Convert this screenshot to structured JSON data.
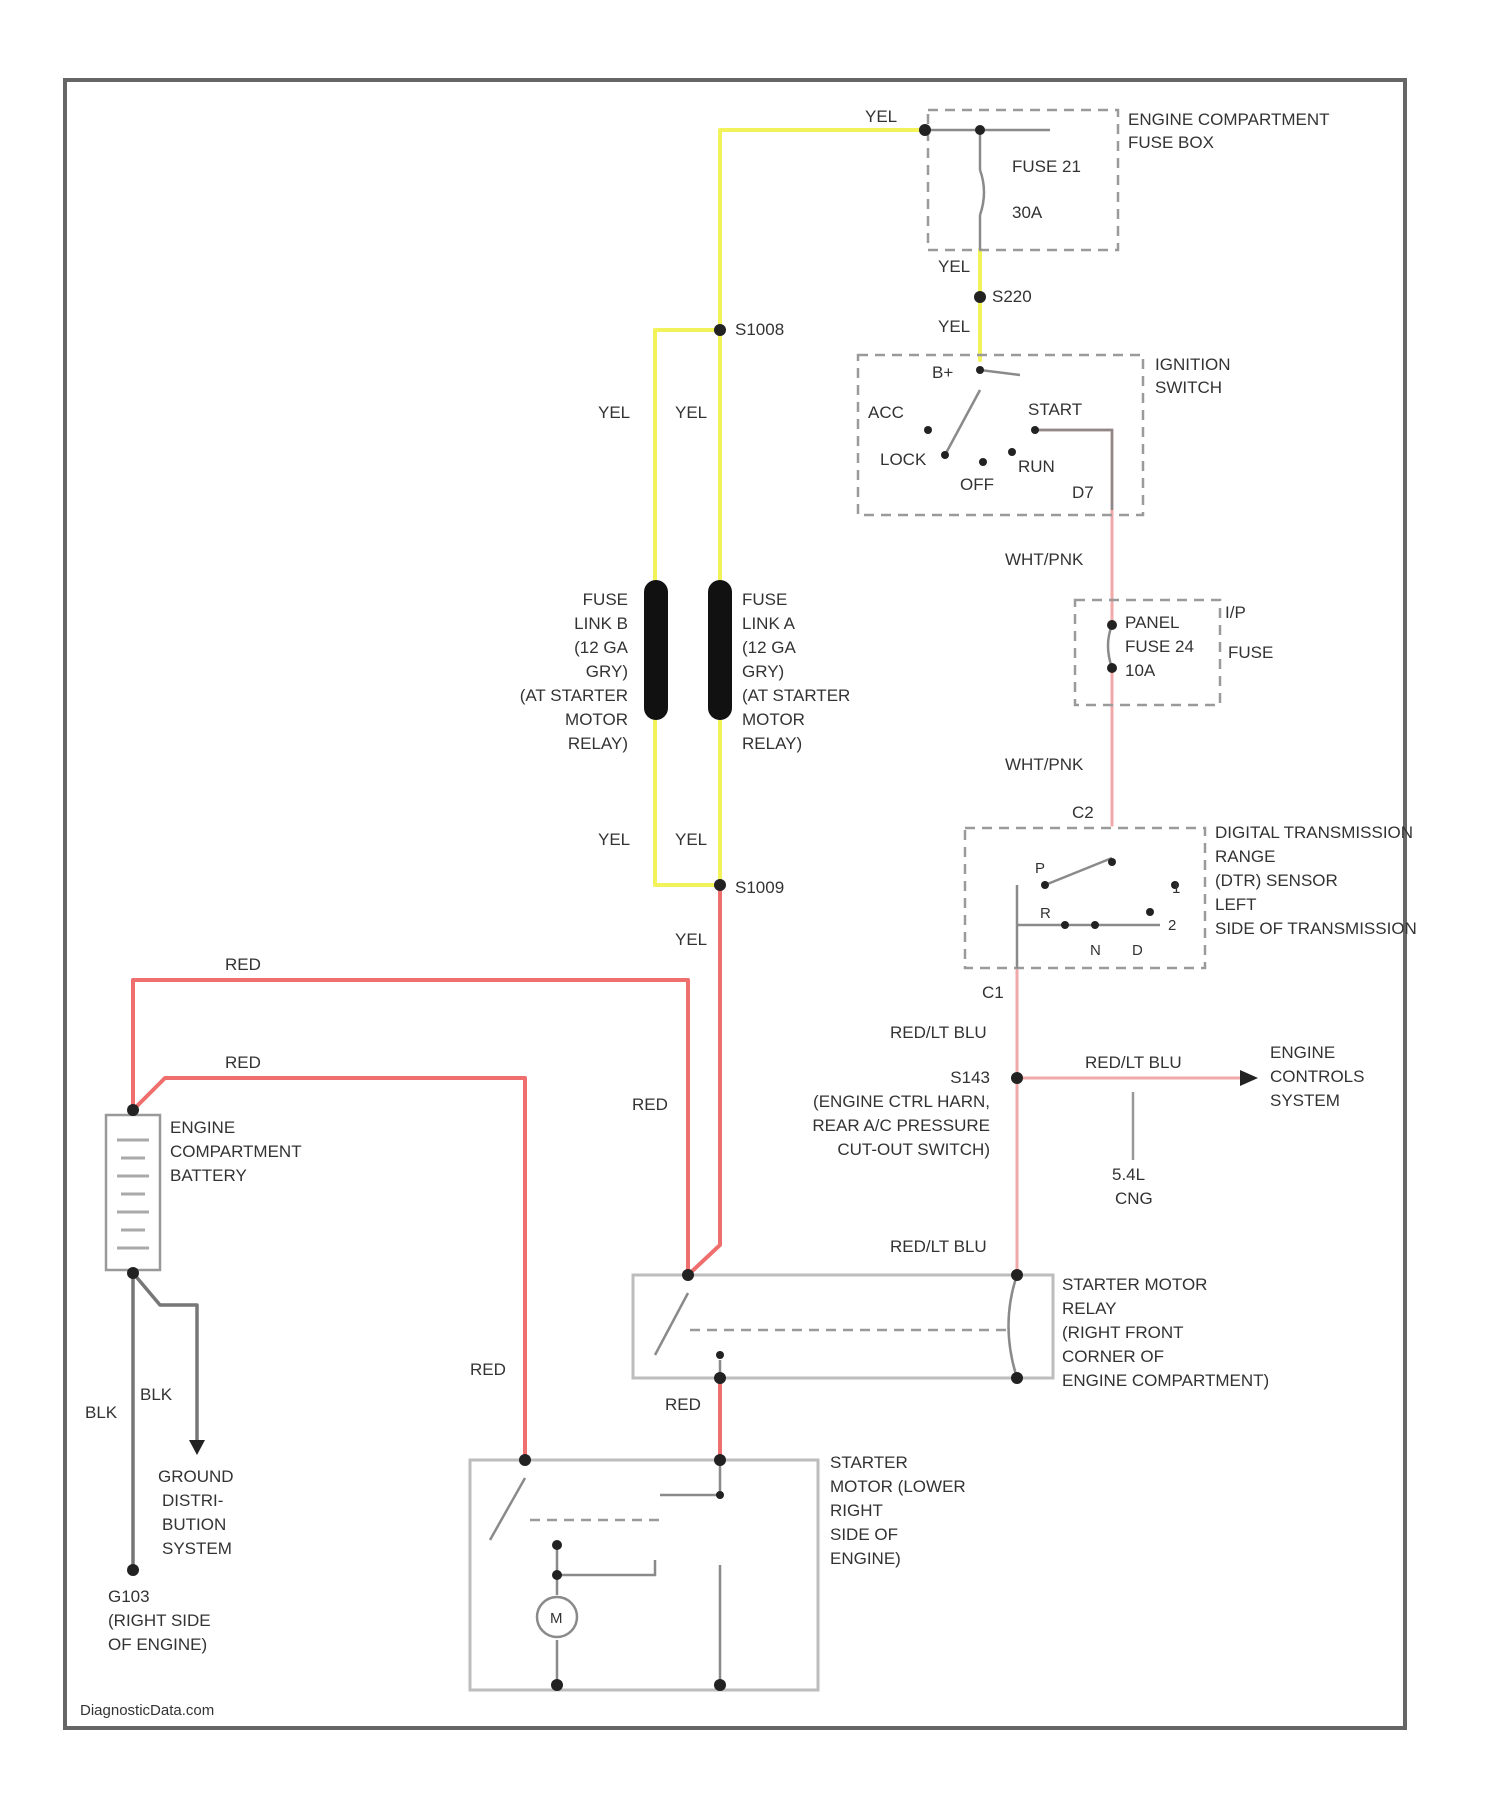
{
  "colors": {
    "yel": "#f2f25a",
    "red": "#ef6f6f",
    "pink": "#f0a8a8",
    "blk": "#777777",
    "frame": "#666666"
  },
  "labels": {
    "yel_top": "YEL",
    "fusebox_1": "ENGINE COMPARTMENT",
    "fusebox_2": "FUSE BOX",
    "fuse21_1": "FUSE 21",
    "fuse21_2": "30A",
    "yel_fb1": "YEL",
    "s220": "S220",
    "yel_fb2": "YEL",
    "s1008": "S1008",
    "yel_left1": "YEL",
    "yel_left2": "YEL",
    "ign_1": "IGNITION",
    "ign_2": "SWITCH",
    "ign_b": "B+",
    "ign_acc": "ACC",
    "ign_start": "START",
    "ign_lock": "LOCK",
    "ign_run": "RUN",
    "ign_off": "OFF",
    "ign_pin": "D7",
    "wht_pnk1": "WHT/PNK",
    "panel_1": "PANEL",
    "panel_2": "FUSE 24",
    "panel_3": "10A",
    "panel_side": "FUSE",
    "panel_i": "I/P",
    "fl_b1": "FUSE",
    "fl_b2": "LINK B",
    "fl_b3": "(12 GA",
    "fl_b4": "GRY)",
    "fl_b5": "(AT STARTER",
    "fl_b6": "MOTOR",
    "fl_b7": "RELAY)",
    "fl_a1": "FUSE",
    "fl_a2": "LINK A",
    "fl_a3": "(12 GA",
    "fl_a4": "GRY)",
    "fl_a5": "(AT STARTER",
    "fl_a6": "MOTOR",
    "fl_a7": "RELAY)",
    "wht_pnk2": "WHT/PNK",
    "c2": "C2",
    "dtr_1": "DIGITAL TRANSMISSION",
    "dtr_2": "RANGE",
    "dtr_3": "(DTR) SENSOR",
    "dtr_4": "LEFT",
    "dtr_5": "SIDE OF TRANSMISSION",
    "dtr_p": "P",
    "dtr_r": "R",
    "dtr_n": "N",
    "dtr_d": "D",
    "dtr_1p": "1",
    "dtr_2p": "2",
    "c1": "C1",
    "yel_left3": "YEL",
    "yel_left4": "YEL",
    "s1009": "S1009",
    "yel_low": "YEL",
    "red_1": "RED",
    "red_2": "RED",
    "red_3": "RED",
    "redlt_1": "RED/LT BLU",
    "s143": "S143",
    "s143_1": "(ENGINE CTRL HARN,",
    "s143_2": "REAR A/C PRESSURE",
    "s143_3": "CUT-OUT SWITCH)",
    "redlt_2": "RED/LT BLU",
    "ecs_1": "ENGINE",
    "ecs_2": "CONTROLS",
    "ecs_3": "SYSTEM",
    "eng_1": "5.4L",
    "eng_2": "CNG",
    "batt_1": "ENGINE",
    "batt_2": "COMPARTMENT",
    "batt_3": "BATTERY",
    "redlt_3": "RED/LT BLU",
    "smr_1": "STARTER MOTOR",
    "smr_2": "RELAY",
    "smr_3": "(RIGHT FRONT",
    "smr_4": "CORNER OF",
    "smr_5": "ENGINE COMPARTMENT)",
    "red_4": "RED",
    "red_5": "RED",
    "blk_1": "BLK",
    "blk_2": "BLK",
    "gnd_1": "GROUND",
    "gnd_2": "DISTRI-",
    "gnd_3": "BUTION",
    "gnd_4": "SYSTEM",
    "g103_1": "G103",
    "g103_2": "(RIGHT SIDE",
    "g103_3": "OF ENGINE)",
    "sm_1": "STARTER",
    "sm_2": "MOTOR (LOWER",
    "sm_3": "RIGHT",
    "sm_4": "SIDE OF",
    "sm_5": "ENGINE)",
    "sm_m": "M",
    "watermark": "DiagnosticData.com"
  }
}
